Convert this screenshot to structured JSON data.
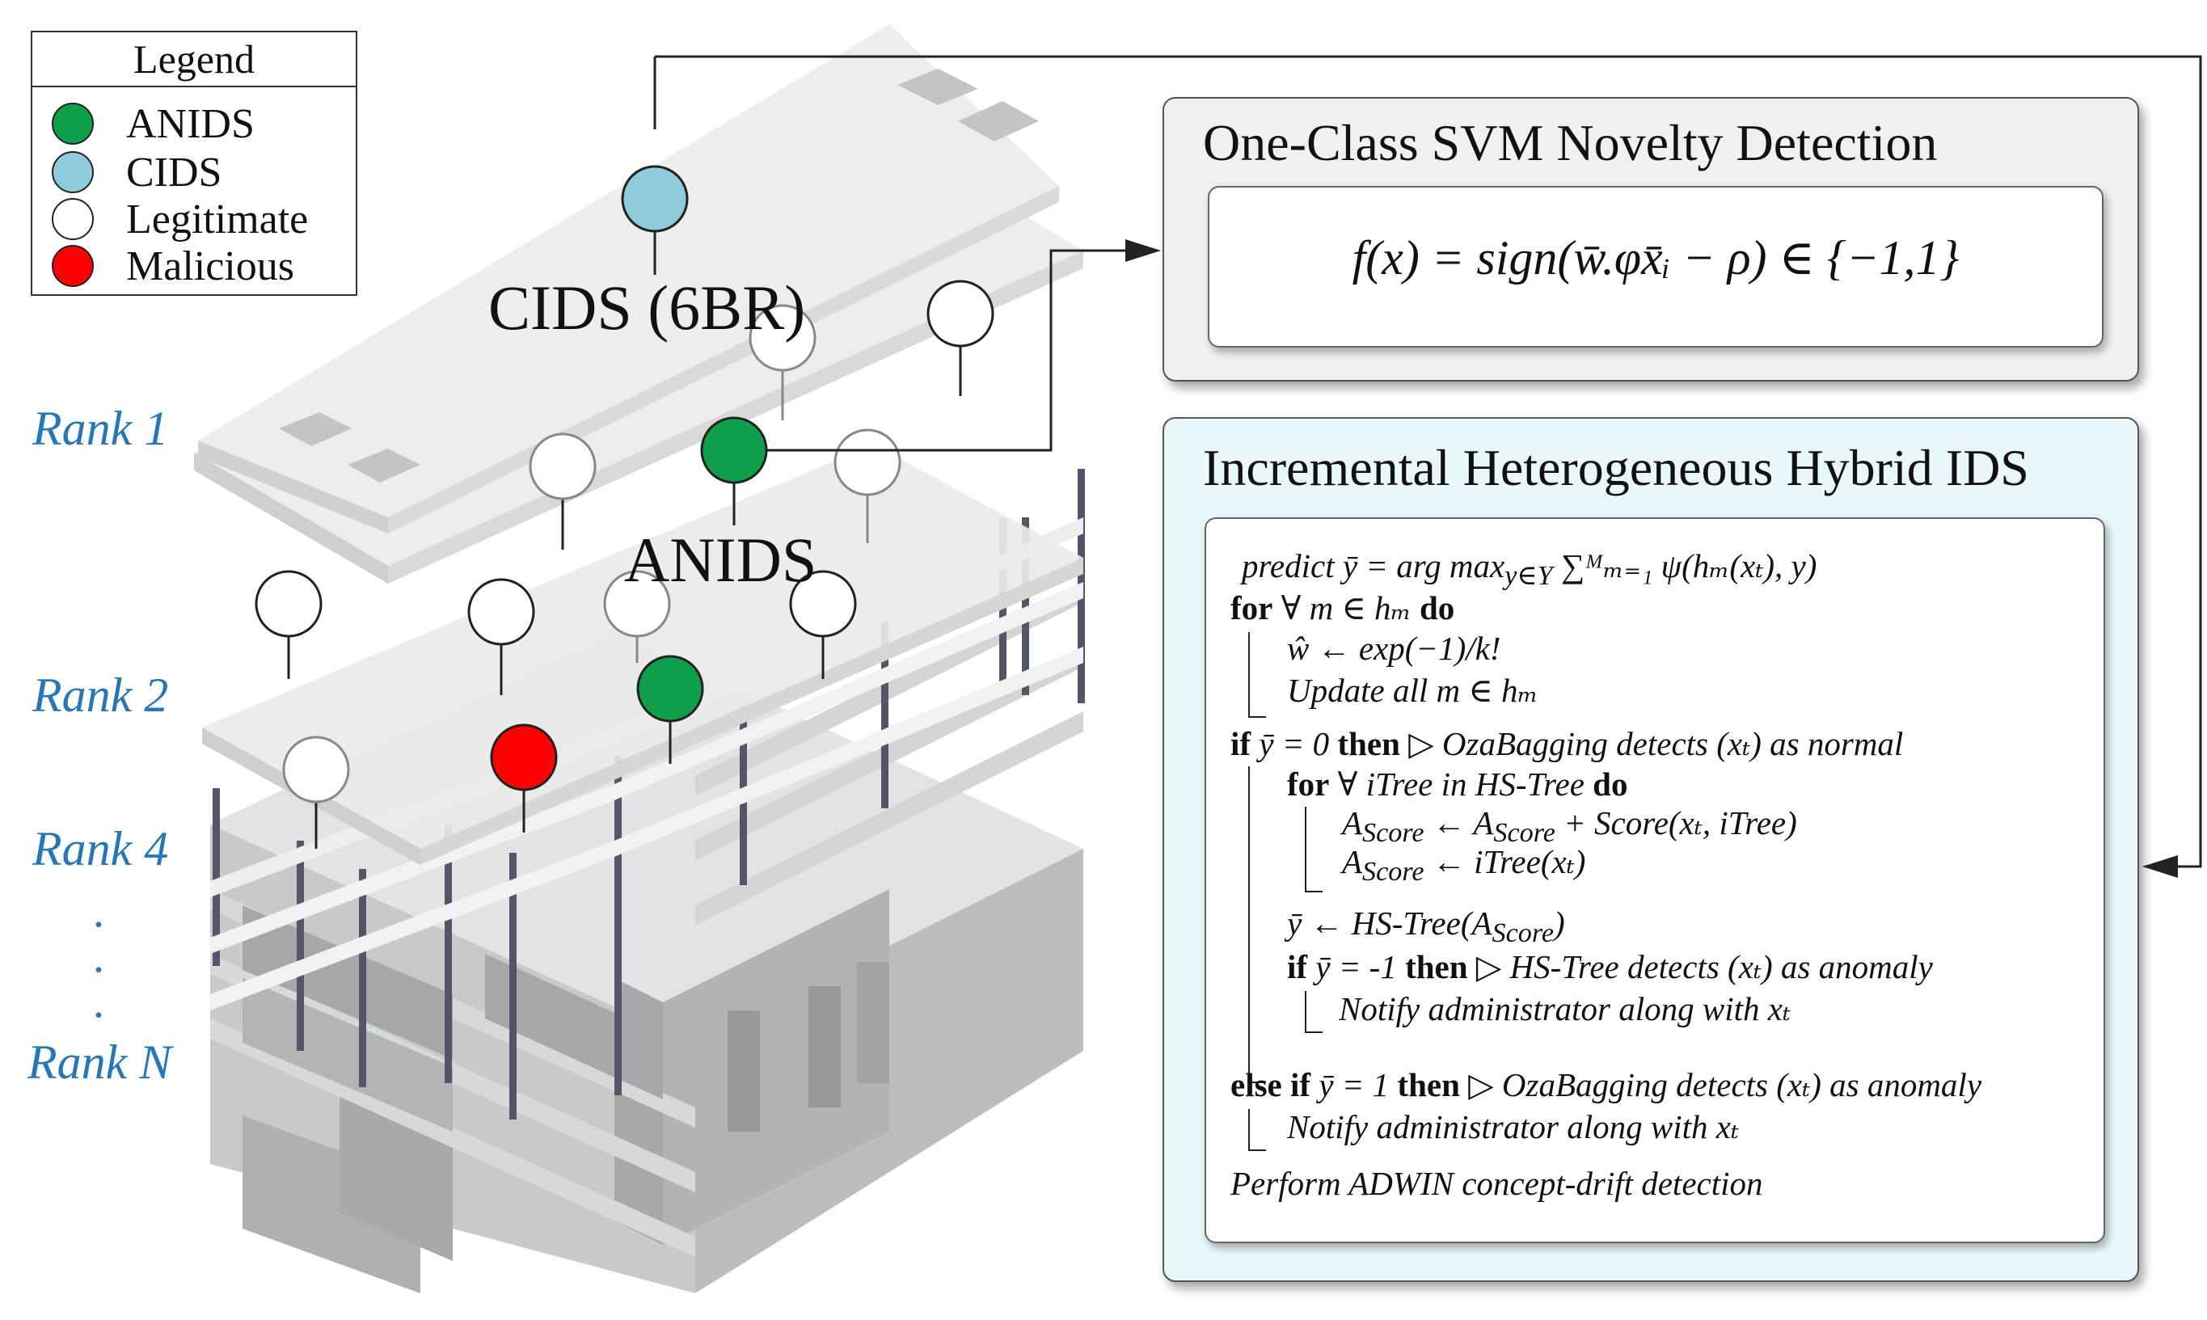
{
  "legend": {
    "title": "Legend",
    "items": [
      {
        "label": "ANIDS",
        "color": "#0f9e4a"
      },
      {
        "label": "CIDS",
        "color": "#8ecbdb"
      },
      {
        "label": "Legitimate",
        "color": "#ffffff"
      },
      {
        "label": "Malicious",
        "color": "#ff0000"
      }
    ]
  },
  "ranks": [
    "Rank 1",
    "Rank 2",
    "Rank 4",
    "Rank N"
  ],
  "rank_ellipsis": ".\n.\n.",
  "building_labels": {
    "cids": "CIDS (6BR)",
    "anids": "ANIDS"
  },
  "svm_panel": {
    "title": "One-Class SVM Novelty Detection",
    "formula": "f(x) = sign(w̄.φx̄ᵢ − ρ) ∈ {−1,1}"
  },
  "ids_panel": {
    "title": "Incremental Heterogeneous Hybrid IDS",
    "algorithm": [
      {
        "kw_before": "",
        "text": "predict ȳ = arg max",
        "sub": "y∈Y",
        "text2": " ∑ᴹₘ₌₁ ψ(hₘ(xₜ), y)"
      },
      {
        "kw_before": "for",
        "text": " ∀ m ∈ hₘ ",
        "kw_after": "do"
      },
      {
        "kw_before": "",
        "text": "ŵ ← exp(−1)/k!"
      },
      {
        "kw_before": "",
        "text": "Update all m ∈ hₘ"
      },
      {
        "kw_before": "if",
        "text": " ȳ = 0 ",
        "kw_after": "then",
        "text2": " ▷ OzaBagging detects (xₜ) as normal"
      },
      {
        "kw_before": "for",
        "text": " ∀ iTree in HS-Tree ",
        "kw_after": "do"
      },
      {
        "kw_before": "",
        "text": "A",
        "sub": "Score",
        "text2": " ← A",
        "sub2": "Score",
        "text3": " + Score(xₜ, iTree)"
      },
      {
        "kw_before": "",
        "text": "A",
        "sub": "Score",
        "text2": " ← iTree(xₜ)"
      },
      {
        "kw_before": "",
        "text": "ȳ ← HS-Tree(A",
        "sub": "Score",
        "text2": ")"
      },
      {
        "kw_before": "if",
        "text": " ȳ = -1 ",
        "kw_after": "then",
        "text2": " ▷ HS-Tree detects (xₜ) as anomaly"
      },
      {
        "kw_before": "",
        "text": "Notify administrator along with xₜ"
      },
      {
        "kw_before": "else if",
        "text": " ȳ = 1 ",
        "kw_after": "then",
        "text2": " ▷ OzaBagging detects (xₜ) as anomaly"
      },
      {
        "kw_before": "",
        "text": "Notify administrator along with xₜ"
      },
      {
        "kw_before": "",
        "text": "Perform ADWIN concept-drift detection"
      }
    ]
  }
}
